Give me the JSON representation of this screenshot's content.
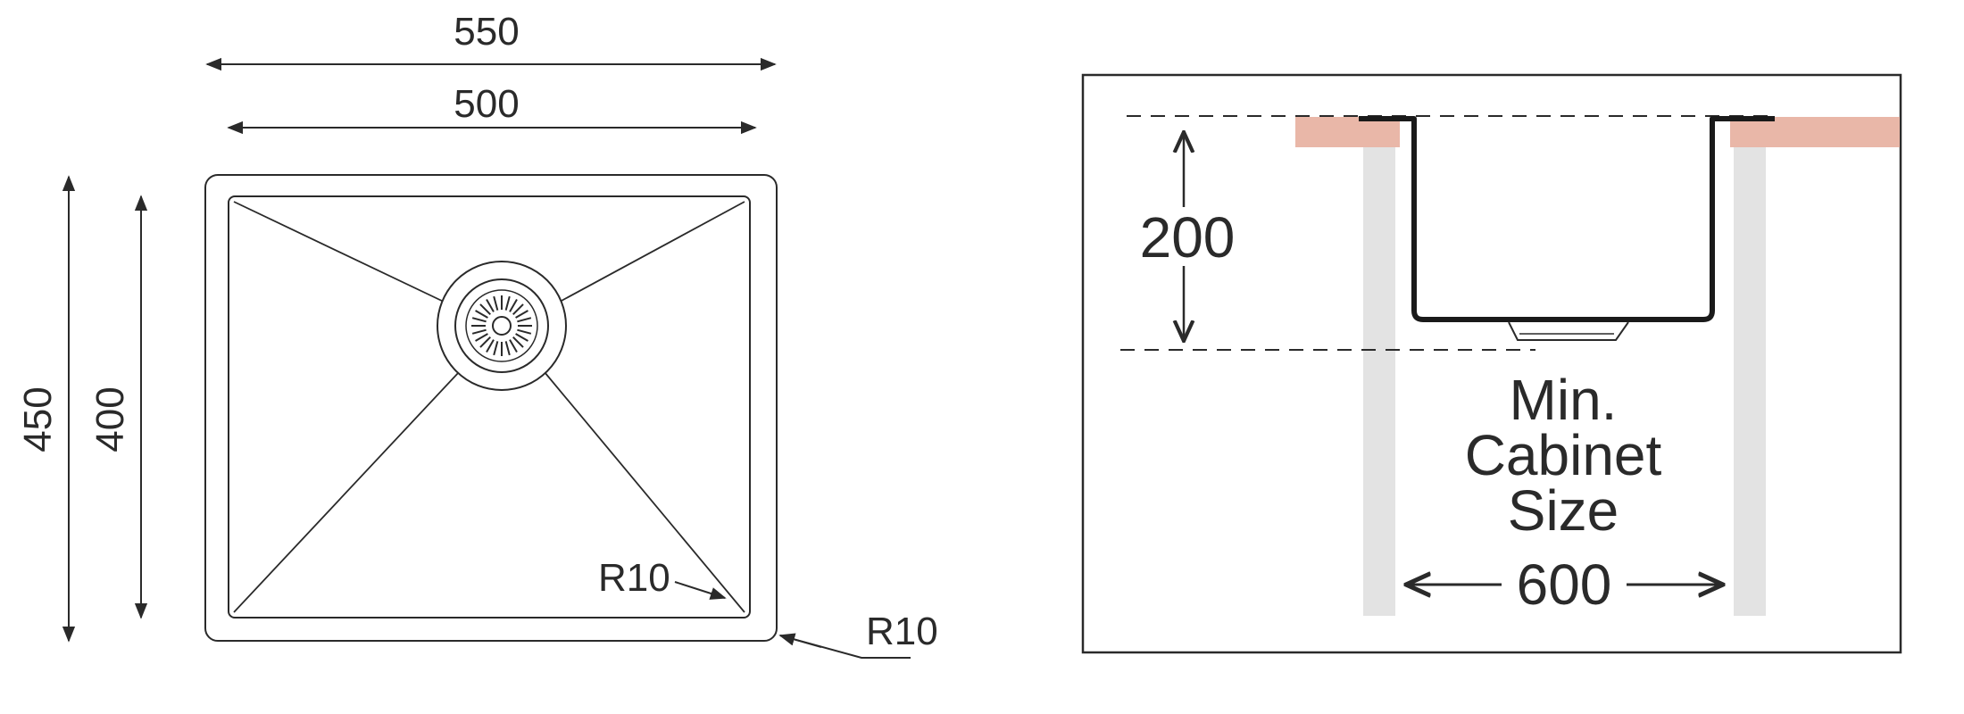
{
  "top_view": {
    "overall_width": "550",
    "inner_width": "500",
    "overall_depth": "450",
    "inner_depth": "400",
    "inner_corner_radius": "R10",
    "outer_corner_radius": "R10"
  },
  "installation": {
    "bowl_depth": "200",
    "cabinet_label_line1": "Min.",
    "cabinet_label_line2": "Cabinet",
    "cabinet_label_line3": "Size",
    "cabinet_width": "600"
  },
  "colors": {
    "line": "#2a2a2a",
    "countertop": "#e9b7a8",
    "cabinet_side": "#e3e3e3",
    "sink_wall": "#1a1a1a"
  }
}
